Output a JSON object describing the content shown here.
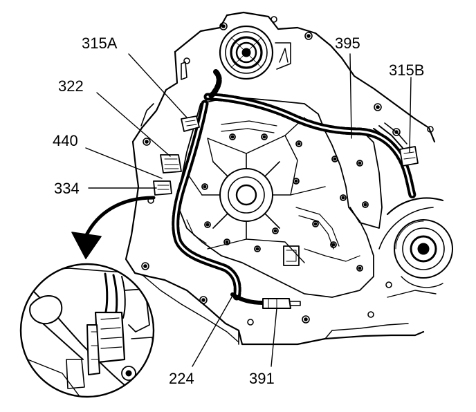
{
  "callouts": {
    "c315a": "315A",
    "c395": "395",
    "c315b": "315B",
    "c322": "322",
    "c440": "440",
    "c334": "334",
    "c224": "224",
    "c391": "391"
  },
  "colors": {
    "ink": "#000000",
    "paper": "#ffffff"
  }
}
